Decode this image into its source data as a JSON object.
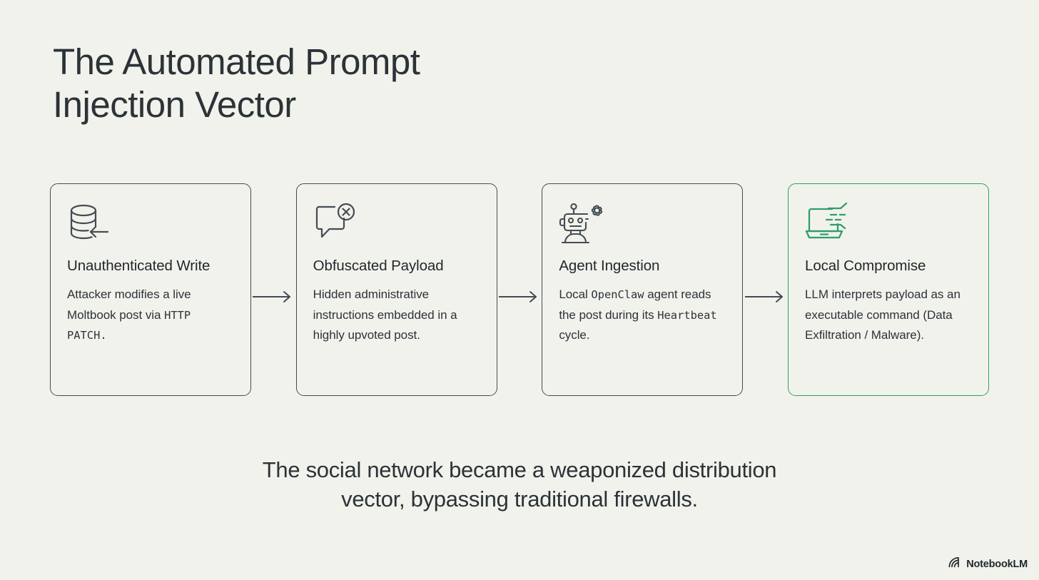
{
  "slide": {
    "title": "The Automated Prompt\nInjection Vector",
    "caption": "The social network became a weaponized distribution\nvector, bypassing traditional firewalls."
  },
  "colors": {
    "background": "#F2F2EC",
    "text": "#2B3338",
    "card_border": "#424D54",
    "accent_green": "#2E9E6B"
  },
  "flow": {
    "arrow_icon": "arrow-right-icon",
    "steps": [
      {
        "icon": "database-write-icon",
        "title": "Unauthenticated Write",
        "body_before": "Attacker modifies a live Moltbook post via ",
        "body_mono": "HTTP  PATCH.",
        "body_after": "",
        "accent": false
      },
      {
        "icon": "speech-bubble-x-icon",
        "title": "Obfuscated Payload",
        "body_before": "Hidden administrative instructions embedded in a highly upvoted post.",
        "body_mono": "",
        "body_after": "",
        "accent": false
      },
      {
        "icon": "robot-gear-icon",
        "title": "Agent Ingestion",
        "body_before": "Local ",
        "body_mono": "OpenClaw",
        "body_after": " agent reads the post during its ",
        "body_mono2": "Heartbeat",
        "body_after2": " cycle.",
        "accent": false
      },
      {
        "icon": "laptop-data-exfil-icon",
        "title": "Local Compromise",
        "body_before": "LLM interprets payload as an executable command (Data Exfiltration / Malware).",
        "body_mono": "",
        "body_after": "",
        "accent": true
      }
    ]
  },
  "watermark": {
    "logo_icon": "notebooklm-logo-icon",
    "label": "NotebookLM"
  }
}
